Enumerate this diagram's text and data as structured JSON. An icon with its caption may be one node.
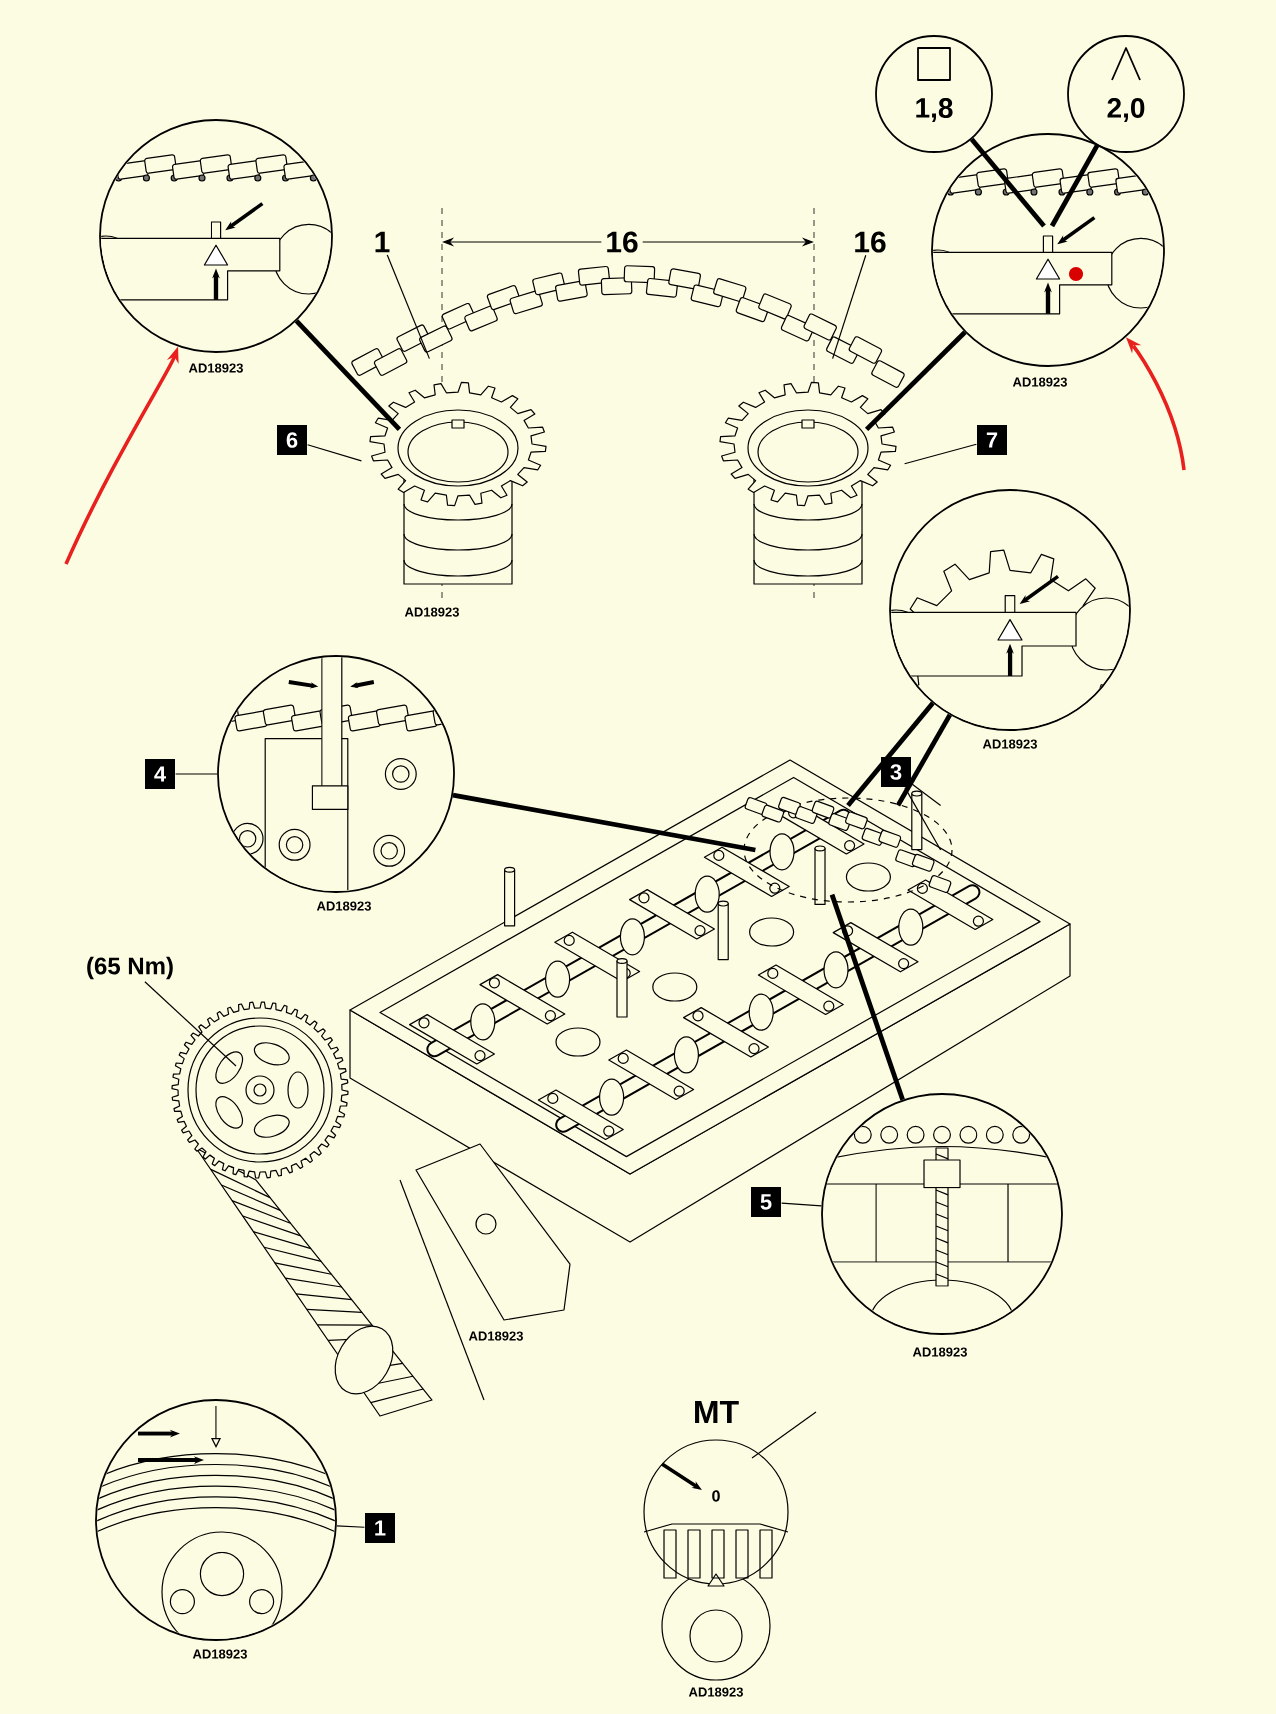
{
  "diagram": {
    "nodes": [
      {
        "text": [],
        "shape": "circle",
        "beside": [
          "AD18923"
        ]
      },
      {
        "text": [
          "1,8"
        ]
      },
      {
        "text": [
          "2,0"
        ]
      },
      {
        "text": [],
        "shape": "circle",
        "beside": [
          "AD18923"
        ]
      },
      {
        "text": [
          "1"
        ]
      },
      {
        "text": [
          "16"
        ]
      },
      {
        "text": [],
        "shape": "picture"
      },
      {
        "text": [],
        "shape": "picture",
        "beside": [
          "AD18923"
        ]
      },
      {
        "text": [],
        "shape": "picture"
      },
      {
        "text": [
          "6"
        ]
      },
      {
        "text": [
          "7"
        ]
      },
      {
        "text": [],
        "shape": "circle",
        "beside": [
          "AD18923"
        ]
      },
      {
        "text": [],
        "shape": "circle",
        "beside": [
          "AD18923"
        ]
      },
      {
        "text": [
          "4"
        ]
      },
      {
        "text": [
          "3"
        ]
      },
      {
        "text": [],
        "shape": "picture",
        "beside": [
          "AD18923"
        ]
      },
      {
        "text": [],
        "shape": "picture",
        "in": 15
      },
      {
        "text": [
          "(65 Nm)"
        ]
      },
      {
        "text": [],
        "shape": "picture"
      },
      {
        "text": [],
        "shape": "circle",
        "beside": [
          "AD18923"
        ]
      },
      {
        "text": [
          "5"
        ]
      },
      {
        "text": [],
        "shape": "circle",
        "beside": [
          "AD18923"
        ]
      },
      {
        "text": [
          "1"
        ]
      },
      {
        "text": [
          "MT",
          "0"
        ],
        "beside": [
          "AD18923"
        ]
      }
    ],
    "edges": [
      {
        "from": 0,
        "to": 7,
        "arrow": "none",
        "style": "thick"
      },
      {
        "from": 1,
        "to": 3,
        "arrow": "none",
        "style": "thick"
      },
      {
        "from": 2,
        "to": 3,
        "arrow": "none",
        "style": "thick"
      },
      {
        "from": 3,
        "to": 8,
        "arrow": "none",
        "style": "thick"
      },
      {
        "from": 4,
        "to": 6,
        "arrow": "none"
      },
      {
        "from": 5,
        "to": 6,
        "arrow": "none"
      },
      {
        "from": 9,
        "to": 7,
        "arrow": "none"
      },
      {
        "from": 10,
        "to": 8,
        "arrow": "none"
      },
      {
        "from": null,
        "to": 0,
        "arrow": "to",
        "color": "#e8201e"
      },
      {
        "from": null,
        "to": 3,
        "arrow": "to",
        "color": "#e8201e"
      },
      {
        "from": 13,
        "to": 12,
        "arrow": "none"
      },
      {
        "from": 12,
        "to": 16,
        "arrow": "none",
        "style": "thick"
      },
      {
        "from": 11,
        "to": 16,
        "arrow": "none",
        "style": "thick"
      },
      {
        "from": 11,
        "to": 16,
        "arrow": "none",
        "style": "thick"
      },
      {
        "from": 14,
        "to": 16,
        "arrow": "none"
      },
      {
        "from": 14,
        "to": 16,
        "arrow": "none"
      },
      {
        "from": 17,
        "to": 18,
        "arrow": "none"
      },
      {
        "from": 19,
        "to": 16,
        "arrow": "none",
        "style": "thick"
      },
      {
        "from": 20,
        "to": 19,
        "arrow": "none"
      },
      {
        "from": 22,
        "to": 21,
        "arrow": "none"
      },
      {
        "from": 23,
        "to": null,
        "arrow": "none"
      }
    ],
    "labels": [
      "16"
    ]
  }
}
